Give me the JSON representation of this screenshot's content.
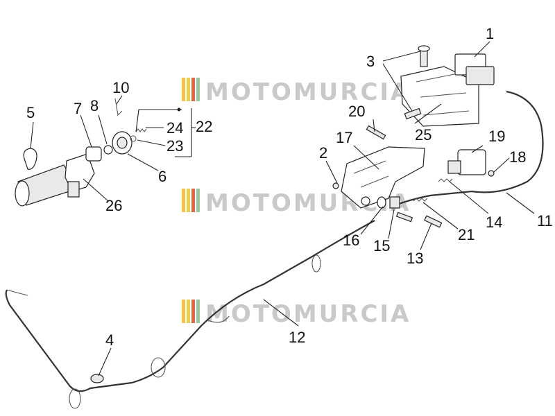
{
  "watermark": {
    "text": "MOTOMURCIA",
    "stripe_colors": [
      "#f4c542",
      "#e8d24a",
      "#d96a4a",
      "#9cc6a0"
    ]
  },
  "callouts": [
    {
      "id": "1",
      "label": "1"
    },
    {
      "id": "2",
      "label": "2"
    },
    {
      "id": "3",
      "label": "3"
    },
    {
      "id": "4",
      "label": "4"
    },
    {
      "id": "5",
      "label": "5"
    },
    {
      "id": "6",
      "label": "6"
    },
    {
      "id": "7",
      "label": "7"
    },
    {
      "id": "8",
      "label": "8"
    },
    {
      "id": "10",
      "label": "10"
    },
    {
      "id": "11",
      "label": "11"
    },
    {
      "id": "12",
      "label": "12"
    },
    {
      "id": "13",
      "label": "13"
    },
    {
      "id": "14",
      "label": "14"
    },
    {
      "id": "15",
      "label": "15"
    },
    {
      "id": "16",
      "label": "16"
    },
    {
      "id": "17",
      "label": "17"
    },
    {
      "id": "18",
      "label": "18"
    },
    {
      "id": "19",
      "label": "19"
    },
    {
      "id": "20",
      "label": "20"
    },
    {
      "id": "21",
      "label": "21"
    },
    {
      "id": "22",
      "label": "22"
    },
    {
      "id": "23",
      "label": "23"
    },
    {
      "id": "24",
      "label": "24"
    },
    {
      "id": "25",
      "label": "25"
    },
    {
      "id": "26",
      "label": "26"
    }
  ]
}
